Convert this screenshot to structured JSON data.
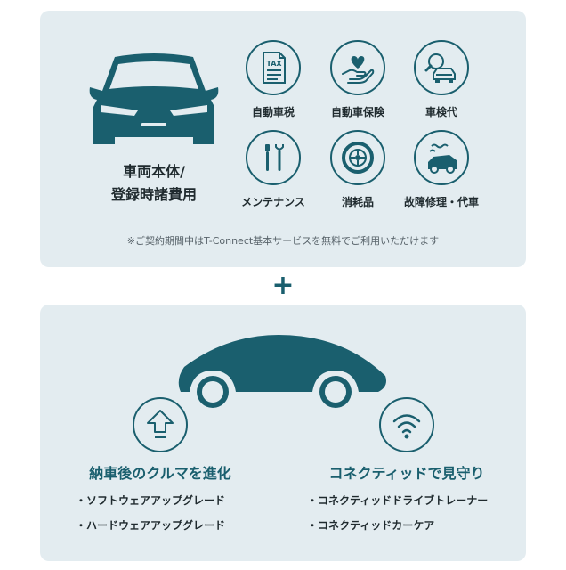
{
  "top_panel": {
    "main_label_line1": "車両本体/",
    "main_label_line2": "登録時諸費用",
    "costs": [
      {
        "label": "自動車税",
        "icon": "tax-document-icon"
      },
      {
        "label": "自動車保険",
        "icon": "heart-hand-icon"
      },
      {
        "label": "車検代",
        "icon": "inspection-magnifier-icon"
      },
      {
        "label": "メンテナンス",
        "icon": "tools-icon"
      },
      {
        "label": "消耗品",
        "icon": "tire-icon"
      },
      {
        "label": "故障修理・代車",
        "icon": "broken-car-icon"
      }
    ],
    "tax_icon_text": "TAX",
    "notice": "※ご契約期間中はT-Connect基本サービスを無料でご利用いただけます"
  },
  "plus": "+",
  "bottom_panel": {
    "upgrade": {
      "title": "納車後のクルマを進化",
      "items": [
        "ソフトウェアアップグレード",
        "ハードウェアアップグレード"
      ],
      "icon": "upgrade-arrow-icon"
    },
    "connected": {
      "title": "コネクティッドで見守り",
      "items": [
        "コネクティッドドライブトレーナー",
        "コネクティッドカーケア"
      ],
      "icon": "wifi-signal-icon"
    }
  },
  "colors": {
    "accent": "#1a5f6e",
    "panel": "#e3ecf0",
    "text": "#1f2a2e"
  }
}
